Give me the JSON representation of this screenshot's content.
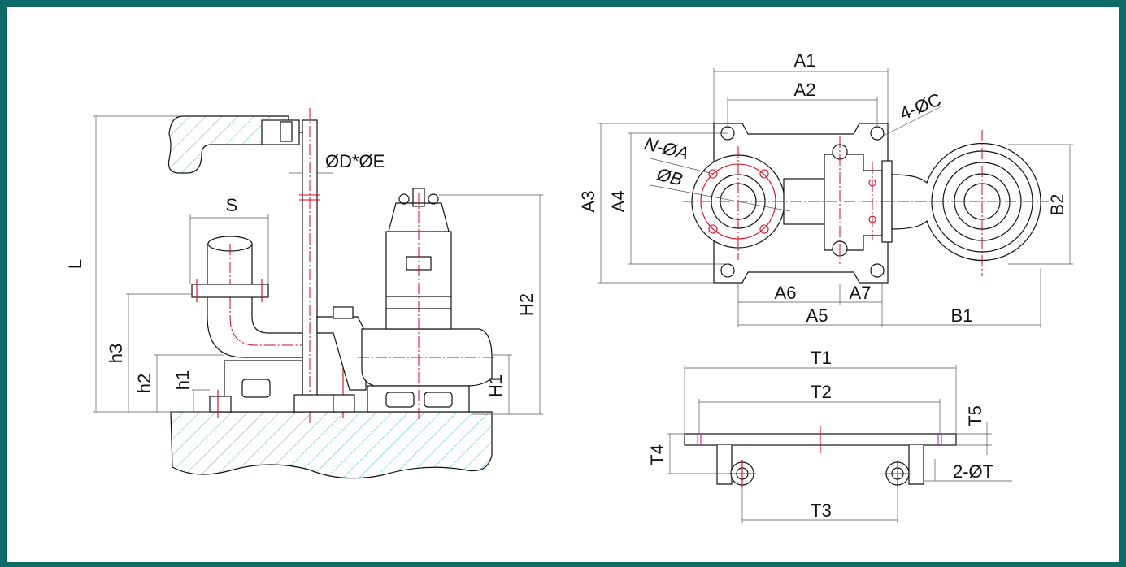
{
  "side_view": {
    "labels": {
      "L": "L",
      "S": "S",
      "D_E": "ØD*ØE",
      "H2": "H2",
      "H1": "H1",
      "h1": "h1",
      "h2": "h2",
      "h3": "h3"
    }
  },
  "top_view": {
    "labels": {
      "A1": "A1",
      "A2": "A2",
      "A3": "A3",
      "A4": "A4",
      "A5": "A5",
      "A6": "A6",
      "A7": "A7",
      "B1": "B1",
      "B2": "B2",
      "four_C": "4-ØC",
      "N_A": "N-ØA",
      "B": "ØB"
    }
  },
  "rail_view": {
    "labels": {
      "T1": "T1",
      "T2": "T2",
      "T3": "T3",
      "T4": "T4",
      "T5": "T5",
      "two_T": "2-ØT"
    }
  },
  "colors": {
    "frame": "#0e6b68",
    "outline": "#111111",
    "centerline": "#e0001b",
    "hatch": "#1aa7c7"
  }
}
